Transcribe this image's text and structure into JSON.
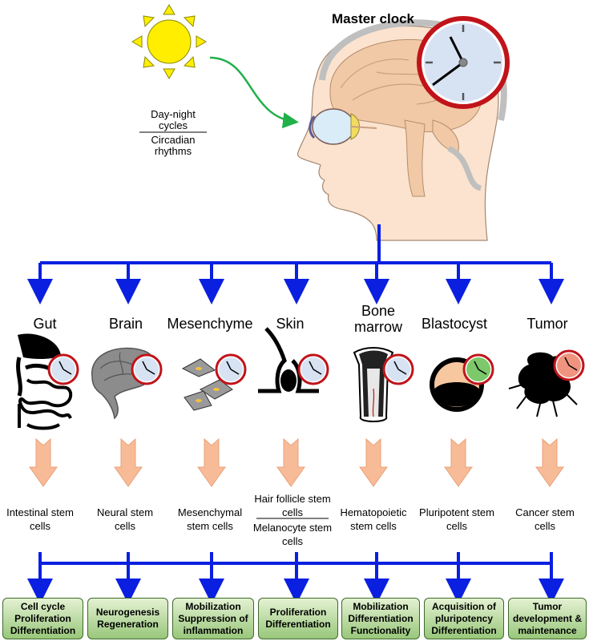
{
  "master_clock_title": "Master clock",
  "day_night": {
    "top": "Day-night cycles",
    "bottom": "Circadian rhythms"
  },
  "tissues": [
    "Gut",
    "Brain",
    "Mesenchyme",
    "Skin",
    "Bone marrow",
    "Blastocyst",
    "Tumor"
  ],
  "stem_cells": [
    "Intestinal stem cells",
    "Neural stem cells",
    "Mesenchymal stem cells",
    "Hair follicle stem cells",
    "Melanocyte stem cells",
    "Hematopoietic stem cells",
    "Pluripotent stem cells",
    "Cancer stem cells"
  ],
  "outcomes": [
    [
      "Cell cycle",
      "Proliferation",
      "Differentiation"
    ],
    [
      "Neurogenesis",
      "Regeneration"
    ],
    [
      "Mobilization",
      "Suppression of",
      "inflammation"
    ],
    [
      "Proliferation",
      "Differentiation"
    ],
    [
      "Mobilization",
      "Differentiation",
      "Functionality"
    ],
    [
      "Acquisition of",
      "pluripotency",
      "Differentiation"
    ],
    [
      "Tumor",
      "development &",
      "maintenance"
    ]
  ],
  "colors": {
    "arrow_blue": "#0a1fe0",
    "clock_red": "#c0141a",
    "box_green": "#98c77a",
    "sun_yellow": "#ffee00",
    "green_arrow": "#22b04a",
    "down_arrow": "#f7bc97"
  }
}
